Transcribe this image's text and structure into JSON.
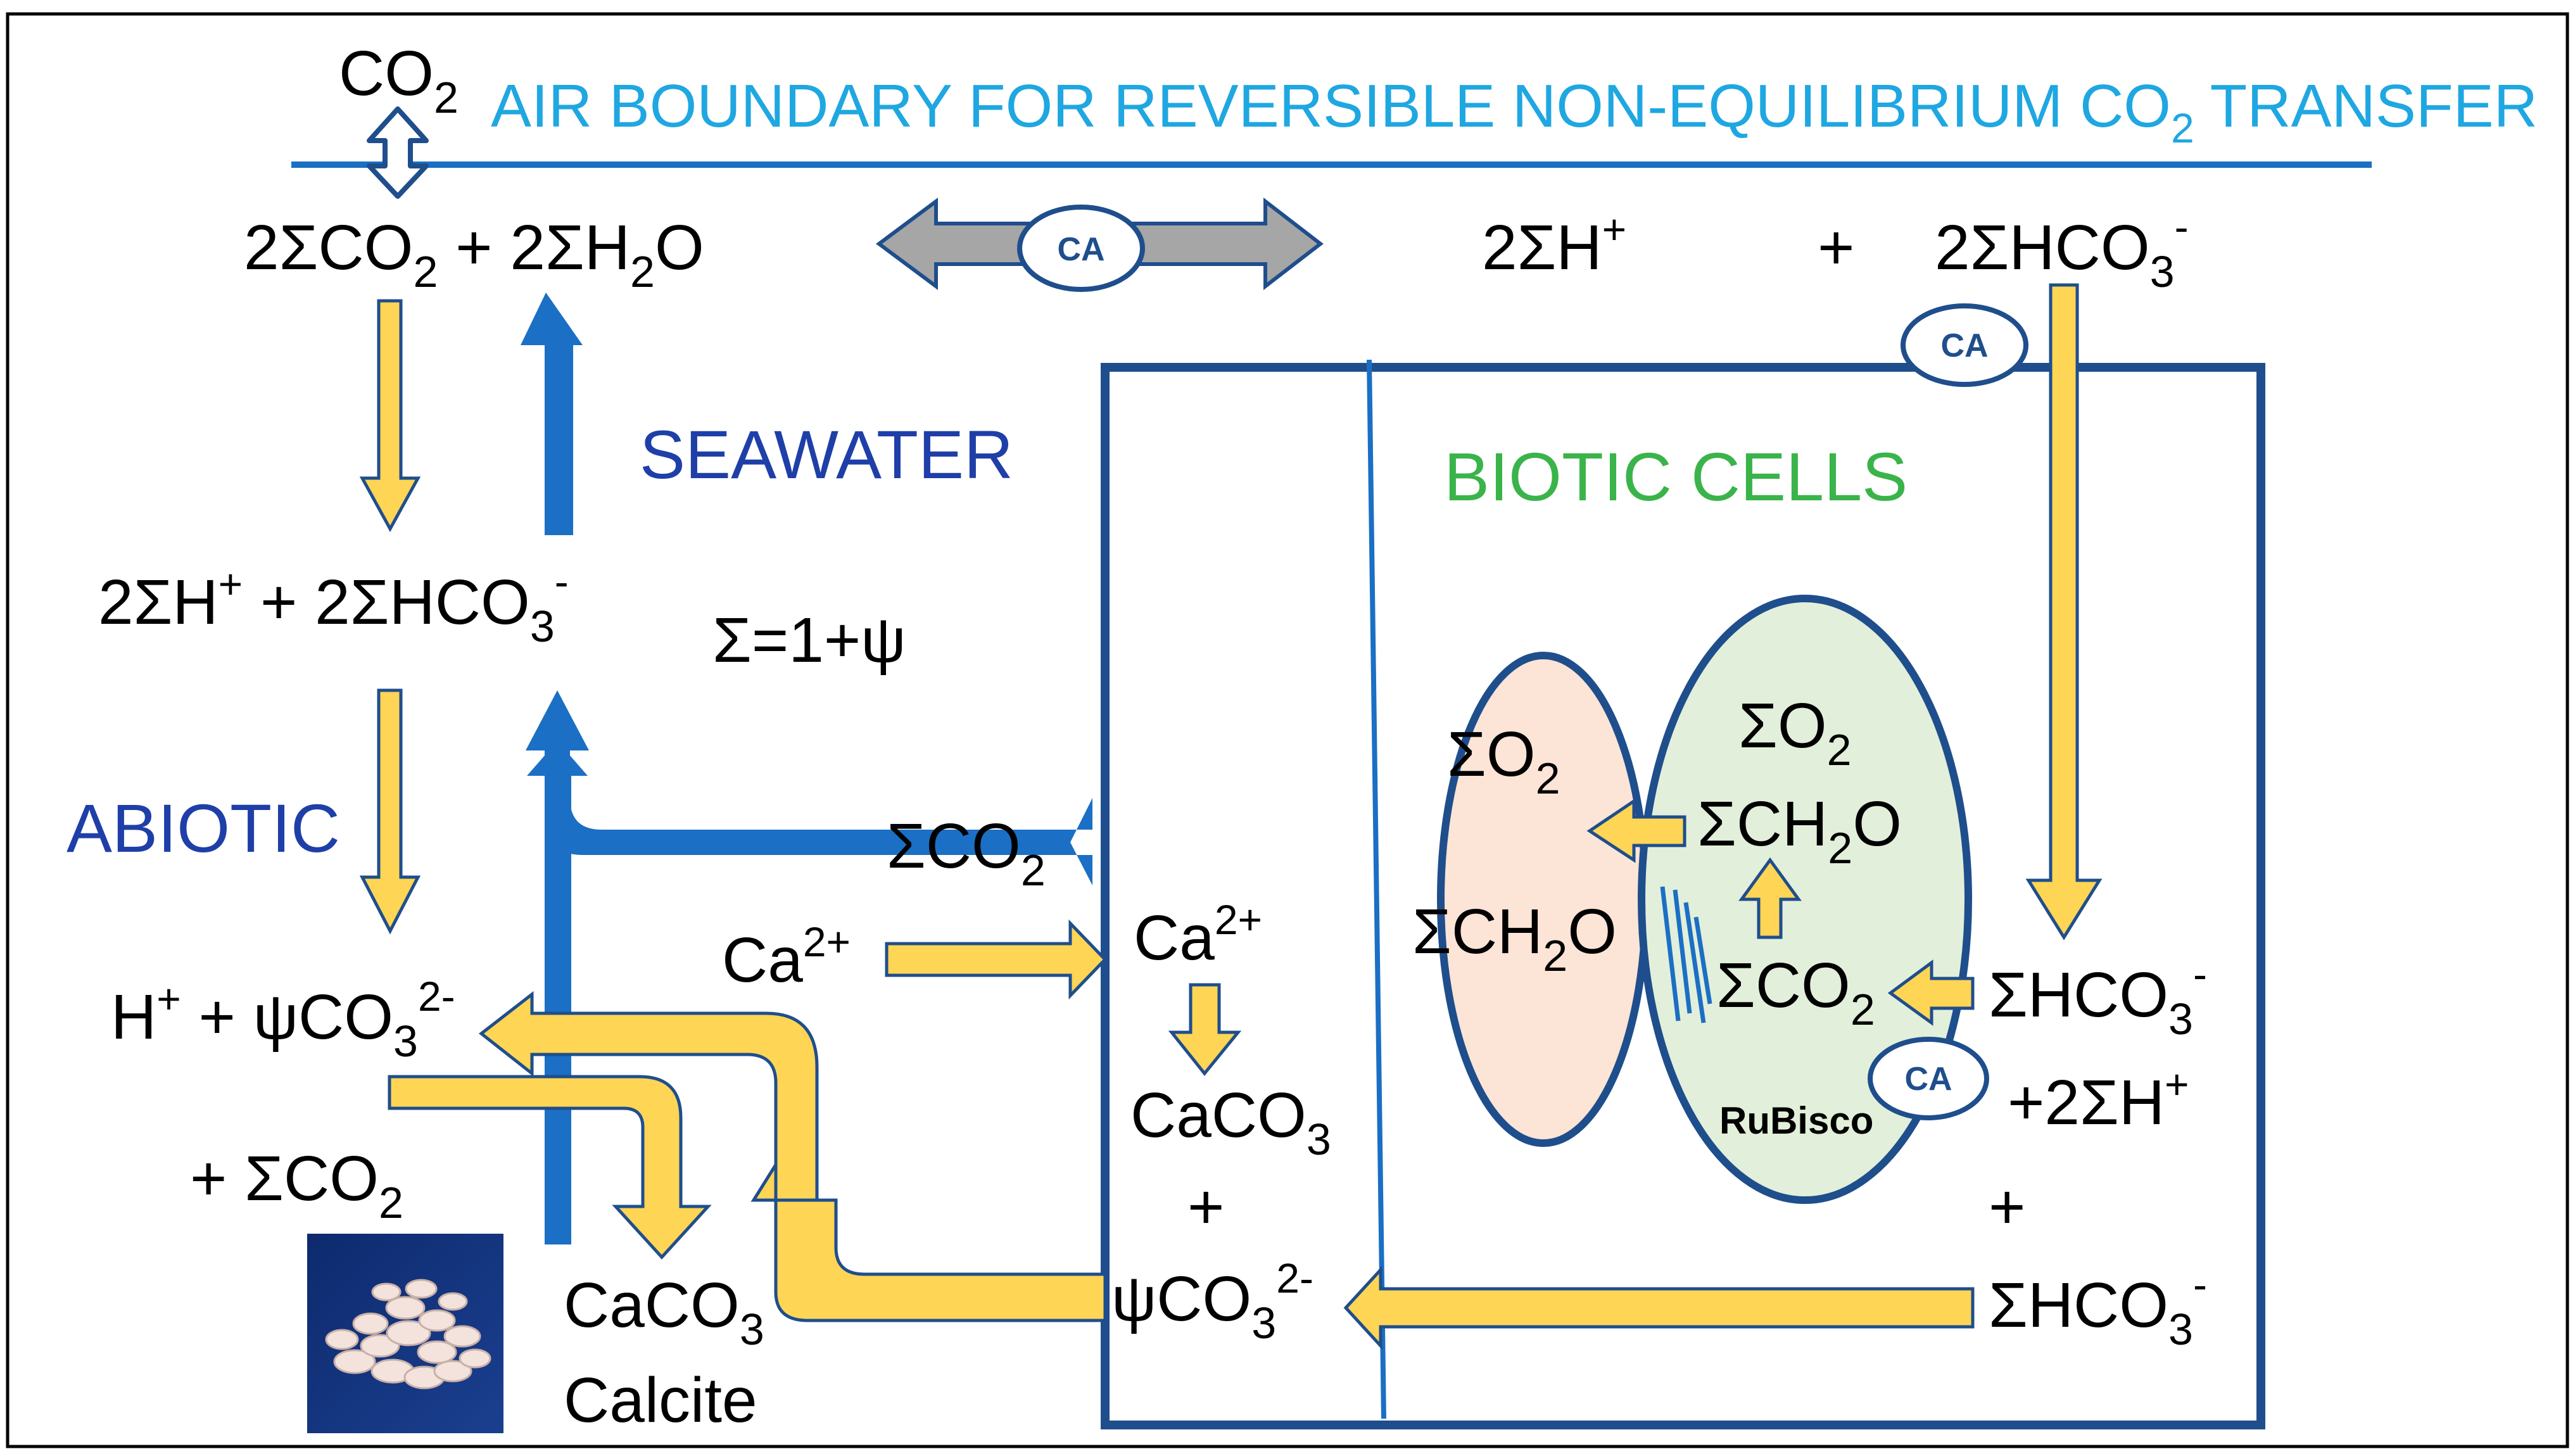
{
  "air_boundary": {
    "co2": {
      "main": "CO",
      "sub": "2"
    },
    "label": {
      "pre": "AIR BOUNDARY FOR REVERSIBLE NON-EQUILIBRIUM CO",
      "sub": "2",
      "post": " TRANSFER"
    }
  },
  "top_equation": {
    "left": {
      "t1": "2ΣCO",
      "s1": "2",
      "t2": " + 2ΣH",
      "s2": "2",
      "t3": "O"
    },
    "enzyme": "CA",
    "h_plus": {
      "main": "2ΣH",
      "sup": "+"
    },
    "plus": "+",
    "bicarb": {
      "main": "2ΣHCO",
      "sub": "3",
      "sup": "-"
    }
  },
  "ca_right_top": "CA",
  "seawater_label": "SEAWATER",
  "biotic_label": "BIOTIC CELLS",
  "abiotic_label": "ABIOTIC",
  "sigma_def": "Σ=1+ψ",
  "mid_equation": {
    "t1": "2ΣH",
    "sup1": "+",
    "t2": " + 2ΣHCO",
    "sub": "3",
    "sup2": "-"
  },
  "abiotic_eq": {
    "h": "H",
    "h_sup": "+",
    "t2": " + ψCO",
    "sub": "3",
    "sup2": "2-",
    "sum_co2": {
      "main": "+ ΣCO",
      "sub": "2"
    }
  },
  "sigma_co2_out": {
    "main": "ΣCO",
    "sub": "2"
  },
  "ca_ion_left": {
    "main": "Ca",
    "sup": "2+"
  },
  "ca_ion_right": {
    "main": "Ca",
    "sup": "2+"
  },
  "caco3_bio": {
    "main": "CaCO",
    "sub": "3"
  },
  "plus_bio": "+",
  "psi_co3_bio": {
    "main": "ψCO",
    "sub": "3",
    "sup": "2-"
  },
  "caco3_abiotic": {
    "main": "CaCO",
    "sub": "3"
  },
  "calcite_label": "Calcite",
  "orange_cell": {
    "o2": {
      "main": "ΣO",
      "sub": "2"
    },
    "ch2o": {
      "t1": "ΣCH",
      "sub": "2",
      "t2": "O"
    }
  },
  "green_cell": {
    "o2": {
      "main": "ΣO",
      "sub": "2"
    },
    "ch2o": {
      "t1": "ΣCH",
      "sub": "2",
      "t2": "O"
    },
    "co2": {
      "main": "ΣCO",
      "sub": "2"
    },
    "rubisco": "RuBisco",
    "enzyme": "CA"
  },
  "right_column": {
    "hco3_1": {
      "main": "ΣHCO",
      "sub": "3",
      "sup": "-"
    },
    "h2": {
      "main": "+2ΣH",
      "sup": "+"
    },
    "plus": "+",
    "hco3_2": {
      "main": "ΣHCO",
      "sub": "3",
      "sup": "-"
    }
  },
  "colors": {
    "title_blue": "#1fa7e1",
    "seawater_blue": "#1f3fa8",
    "biotic_green": "#3ab44a",
    "box_navy": "#1f4e8c",
    "arrow_blue": "#1b6fc4",
    "arrow_yellow": "#ffd555",
    "arrow_gray": "#a6a6a6",
    "cell_orange": "#fce4d6",
    "cell_green": "#e2efda"
  }
}
